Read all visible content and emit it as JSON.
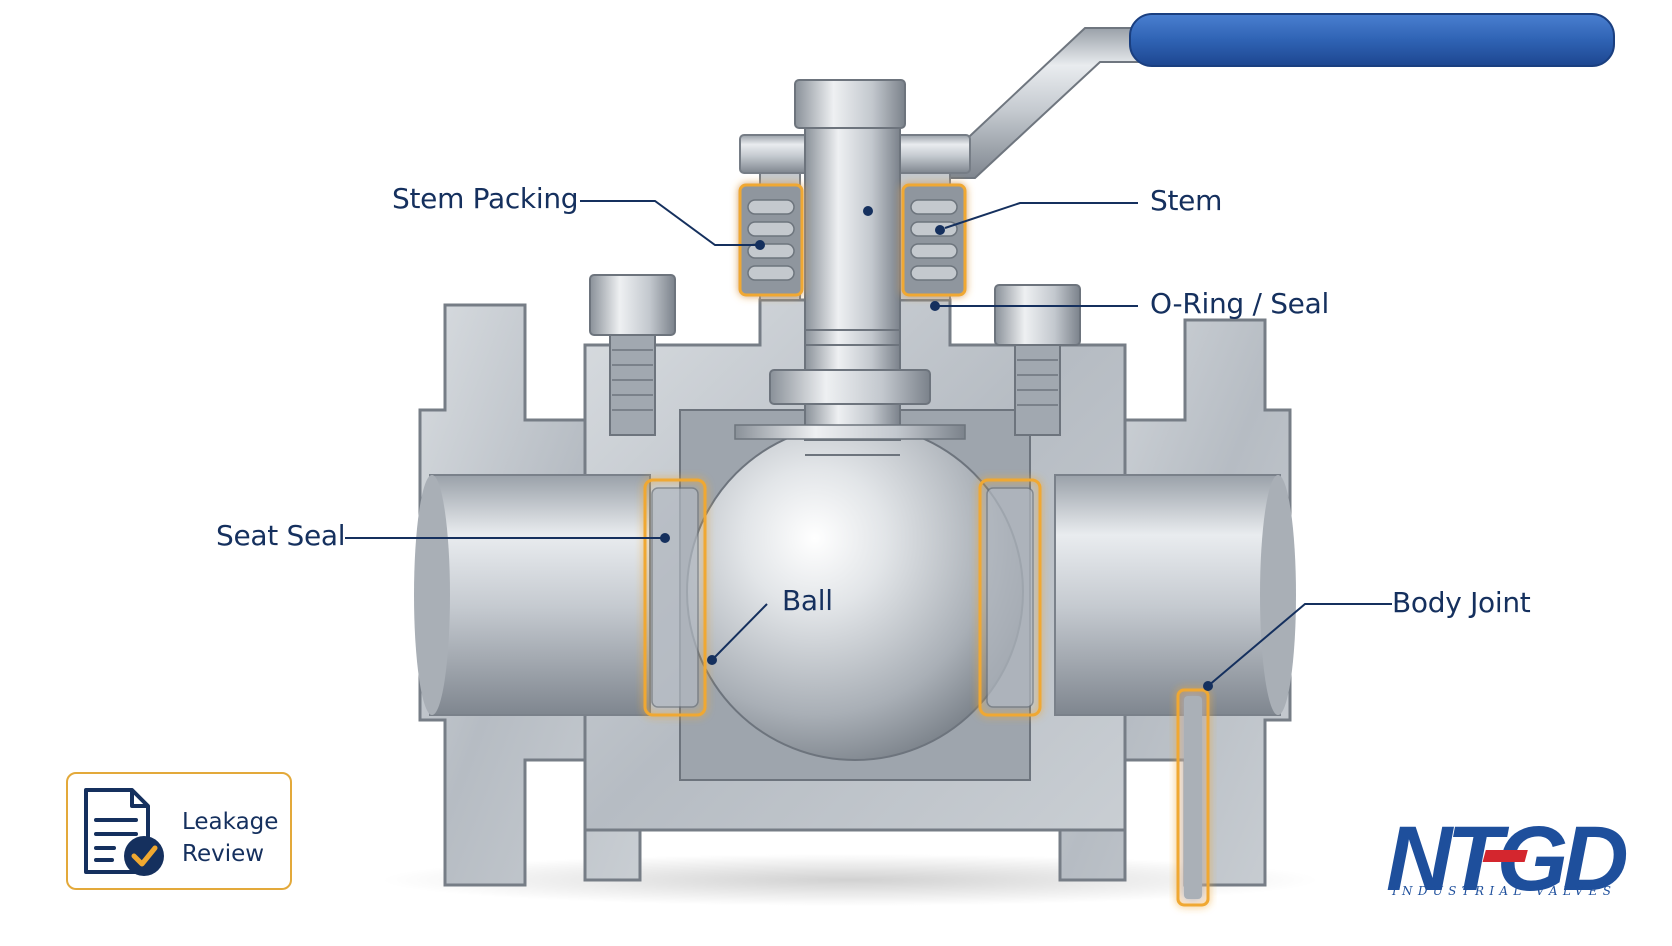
{
  "labels": {
    "stem_packing": "Stem Packing",
    "stem": "Stem",
    "o_ring": "O-Ring / Seal",
    "seat_seal": "Seat Seal",
    "ball": "Ball",
    "body_joint": "Body Joint"
  },
  "badge": {
    "line1": "Leakage",
    "line2": "Review",
    "icon": "document-check-icon"
  },
  "logo": {
    "brand": "NTGD",
    "tagline": "INDUSTRIAL VALVES"
  },
  "colors": {
    "label_text": "#15305e",
    "leader_line": "#15305e",
    "seal_glow": "#f0a830",
    "handle_grip": "#2f63b4",
    "steel_light": "#e6e9ed",
    "steel_mid": "#b4bac2",
    "steel_dark": "#7d848d",
    "logo_blue": "#1e4f9c",
    "logo_red": "#d4262e"
  }
}
